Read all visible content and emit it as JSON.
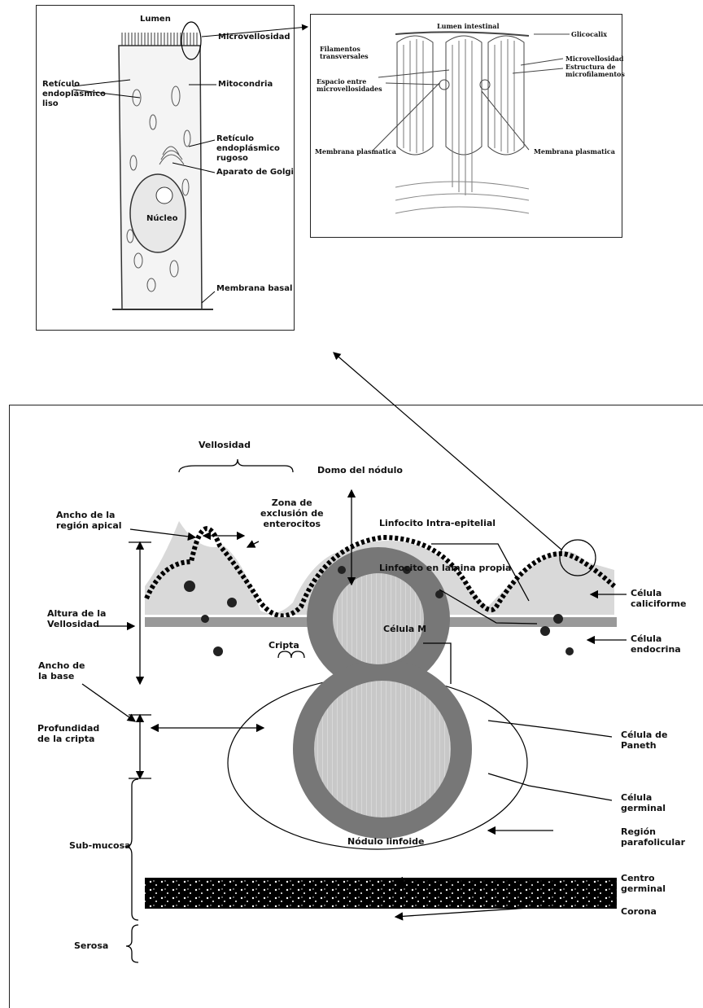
{
  "cell_panel": {
    "lumen": "Lumen",
    "microvellosidad": "Microvellosidad",
    "reticulo_liso": "Retículo\nendoplásmico\nliso",
    "mitocondria": "Mitocondria",
    "reticulo_rugoso": "Retículo\nendoplásmico\nrugoso",
    "golgi": "Aparato de Golgi",
    "nucleo": "Núcleo",
    "membrana_basal": "Membrana basal"
  },
  "micro_panel": {
    "lumen_intestinal": "Lumen intestinal",
    "glicocalix": "Glicocalix",
    "filamentos": "Filamentos\ntransversales",
    "espacio": "Espacio entre\nmicrovellosidades",
    "microvellosidad": "Microvellosidad",
    "estructura": "Estructura de\nmicrofilamentos",
    "membrana_izq": "Membrana plasmatica",
    "membrana_der": "Membrana plasmatica"
  },
  "main_diagram": {
    "vellosidad": "Vellosidad",
    "domo": "Domo del nódulo",
    "zona_exclusion": "Zona de\nexclusión de\nenterocitos",
    "ancho_apical": "Ancho de la\nregión apical",
    "linfocito_intra": "Linfocito Intra-epitelial",
    "linfocito_lamina": "Linfocito en lamina propia",
    "altura": "Altura de la\nVellosidad",
    "celula_caliciforme": "Célula\ncaliciforme",
    "celula_m": "Célula M",
    "celula_endocrina": "Célula\nendocrina",
    "cripta": "Cripta",
    "ancho_base": "Ancho de\nla base",
    "profundidad": "Profundidad\nde la cripta",
    "celula_paneth": "Célula de\nPaneth",
    "celula_germinal": "Célula\ngerminal",
    "sub_mucosa": "Sub-mucosa",
    "nodulo": "Nódulo linfoide",
    "region_parafolicular": "Región\nparafolicular",
    "centro_germinal": "Centro\ngerminal",
    "corona": "Corona",
    "serosa": "Serosa"
  }
}
